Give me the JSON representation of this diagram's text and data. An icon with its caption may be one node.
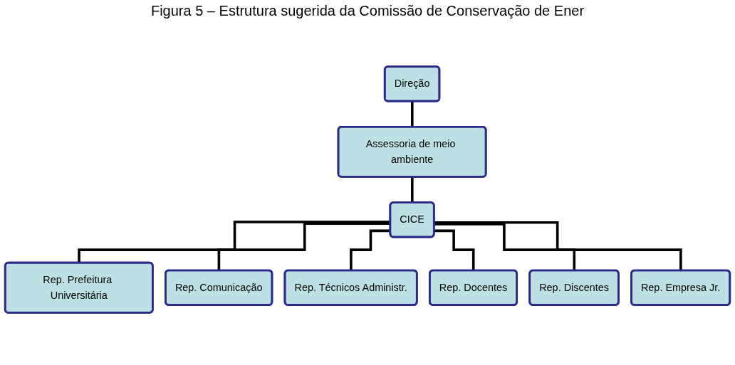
{
  "diagram": {
    "title": "Figura 5 – Estrutura sugerida da Comissão de Conservação de Ener",
    "nodes": [
      {
        "text": [
          "Direção"
        ]
      },
      {
        "text": [
          "Assessoria de meio ambiente"
        ]
      },
      {
        "text": [
          "CICE"
        ]
      },
      {
        "text": [
          "Rep. Prefeitura Universitária"
        ]
      },
      {
        "text": [
          "Rep. Comunicação"
        ]
      },
      {
        "text": [
          "Rep. Técnicos Administr."
        ]
      },
      {
        "text": [
          "Rep. Docentes"
        ]
      },
      {
        "text": [
          "Rep. Discentes"
        ]
      },
      {
        "text": [
          "Rep. Empresa Jr."
        ]
      }
    ],
    "edges": [
      {
        "from": 0,
        "to": 1,
        "arrow": "none"
      },
      {
        "from": 1,
        "to": 2,
        "arrow": "none"
      },
      {
        "from": 2,
        "to": 3,
        "arrow": "none"
      },
      {
        "from": 2,
        "to": 4,
        "arrow": "none"
      },
      {
        "from": 2,
        "to": 5,
        "arrow": "none"
      },
      {
        "from": 2,
        "to": 6,
        "arrow": "none"
      },
      {
        "from": 2,
        "to": 7,
        "arrow": "none"
      },
      {
        "from": 2,
        "to": 8,
        "arrow": "none"
      }
    ]
  }
}
